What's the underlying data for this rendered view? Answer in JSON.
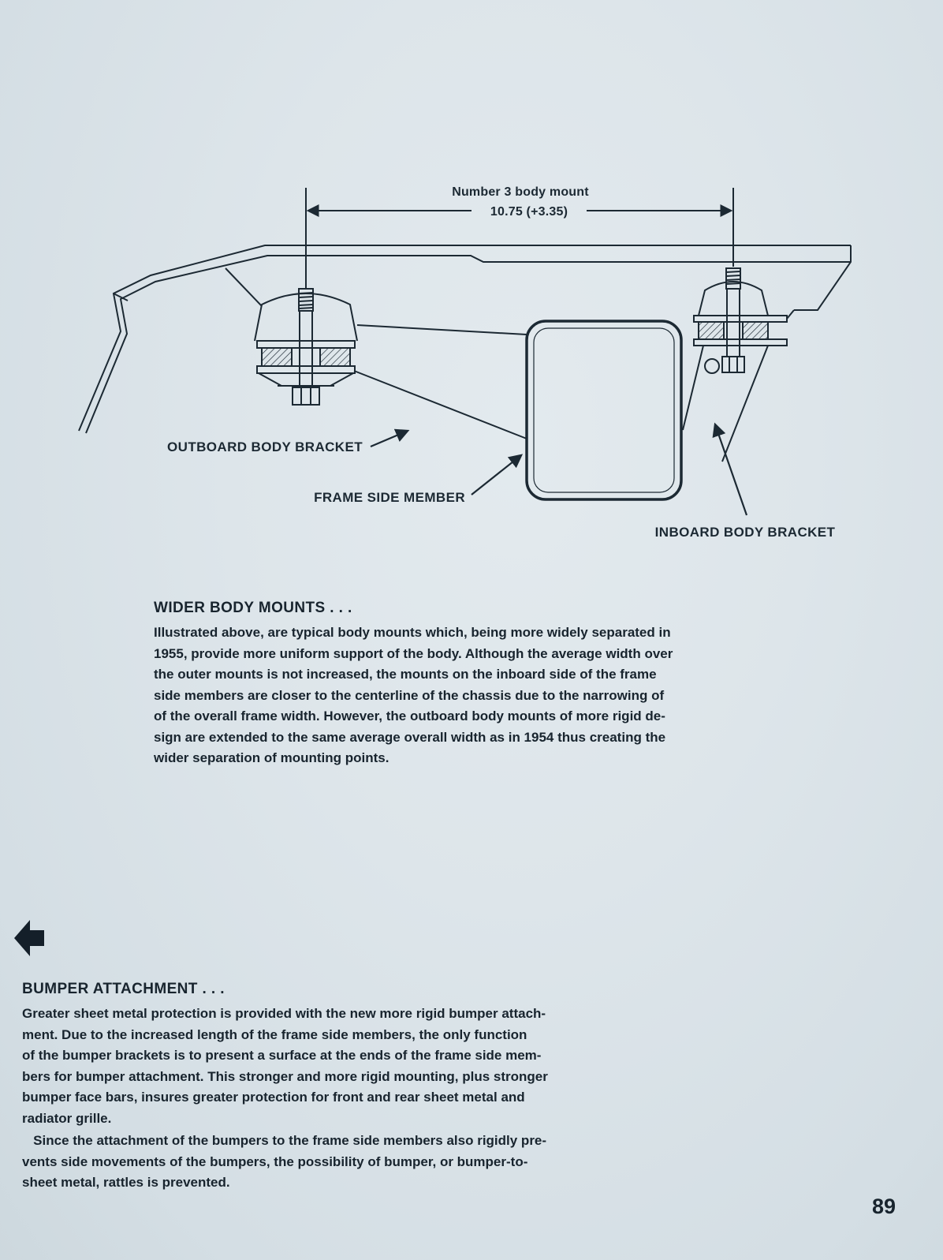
{
  "page": {
    "number": "89"
  },
  "colors": {
    "ink": "#1c2933",
    "paper": "#dde5ea"
  },
  "diagram": {
    "callout_top": "Number 3 body mount",
    "dimension": "10.75 (+3.35)",
    "label_outboard": "OUTBOARD BODY BRACKET",
    "label_frame": "FRAME SIDE MEMBER",
    "label_inboard": "INBOARD BODY BRACKET"
  },
  "sections": {
    "wider_body_mounts": {
      "title": "WIDER BODY MOUNTS . . .",
      "body": "Illustrated above, are typical body mounts which, being more widely separated in\n1955, provide more uniform support of the body. Although the average width over\nthe outer mounts is not increased, the mounts on the inboard side of the frame\nside members are closer to the centerline of the chassis due to the narrowing of\nof the overall frame width. However, the outboard body mounts of more rigid de-\nsign are extended to the same average overall width as in 1954 thus creating the\nwider separation of mounting points."
    },
    "bumper_attachment": {
      "title": "BUMPER ATTACHMENT . . .",
      "para1": "Greater sheet metal protection is provided with the new more rigid bumper attach-\nment. Due to the increased length of the frame side members, the only function\nof the bumper brackets is to present a surface at the ends of the frame side mem-\nbers for bumper attachment. This stronger and more rigid mounting, plus stronger\nbumper face bars, insures greater protection for front and rear sheet metal and\nradiator grille.",
      "para2": "   Since the attachment of the bumpers to the frame side members also rigidly pre-\nvents side movements of the bumpers, the possibility of bumper, or bumper-to-\nsheet metal, rattles is prevented."
    }
  }
}
